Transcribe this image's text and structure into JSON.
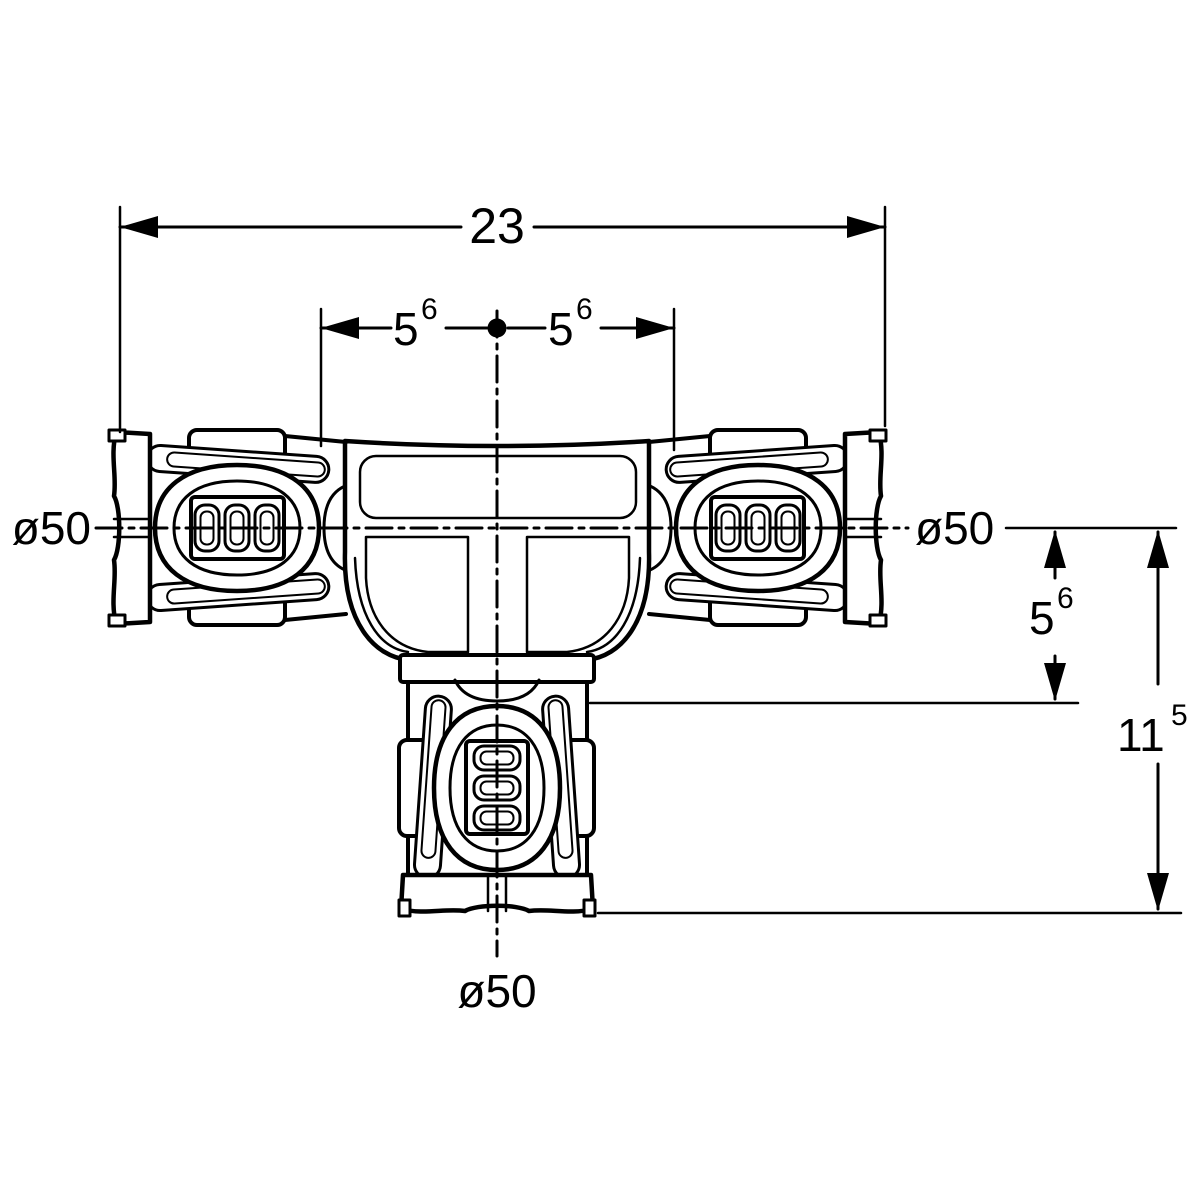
{
  "style": {
    "background": "#ffffff",
    "line_color": "#000000",
    "text_color": "#000000"
  },
  "drawing": {
    "type": "technical-dimension-drawing",
    "subject": "T-fitting with three electrofusion sockets"
  },
  "dimensions": {
    "overall_width": {
      "value": "23"
    },
    "left_branch_offset": {
      "value": "5",
      "sup": "6"
    },
    "right_branch_offset": {
      "value": "5",
      "sup": "6"
    },
    "left_port_diameter": {
      "value": "ø50"
    },
    "right_port_diameter": {
      "value": "ø50"
    },
    "bottom_port_diameter": {
      "value": "ø50"
    },
    "branch_inlet_depth": {
      "value": "5",
      "sup": "6"
    },
    "overall_height": {
      "value": "11",
      "sup": "5"
    }
  }
}
